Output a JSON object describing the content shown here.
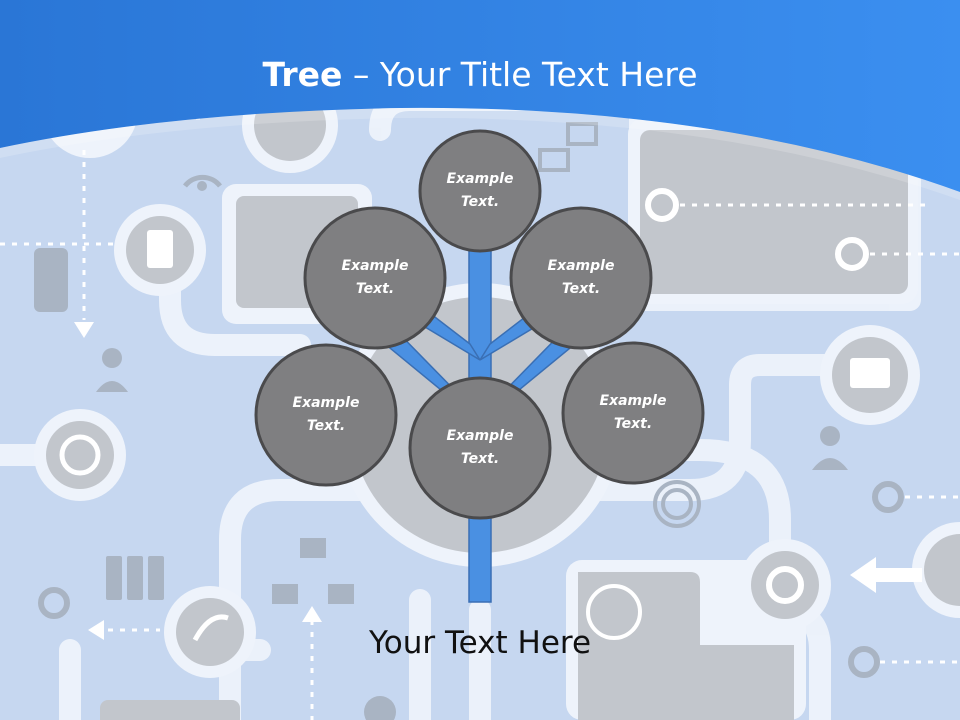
{
  "title": {
    "bold": "Tree",
    "dash": " – ",
    "rest": "Your Title Text Here"
  },
  "circles": [
    {
      "line1": "Example",
      "line2": "Text."
    },
    {
      "line1": "Example",
      "line2": "Text."
    },
    {
      "line1": "Example",
      "line2": "Text."
    },
    {
      "line1": "Example",
      "line2": "Text."
    },
    {
      "line1": "Example",
      "line2": "Text."
    },
    {
      "line1": "Example",
      "line2": "Text."
    }
  ],
  "footer": "Your Text Here",
  "colors": {
    "header_blue": "#2c7de0",
    "background": "#c6d7f0",
    "circle_fill": "#7f7f81",
    "circle_stroke": "#4a4a4c",
    "branch_blue": "#4a90e2"
  }
}
